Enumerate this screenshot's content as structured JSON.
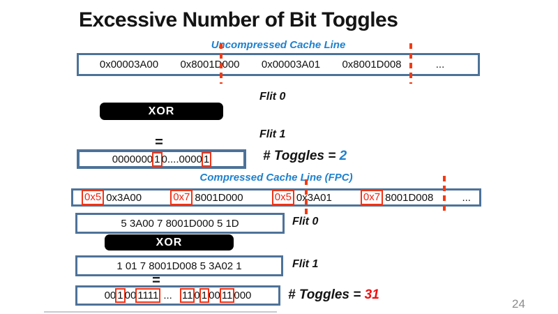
{
  "slide": {
    "title": "Excessive Number of Bit Toggles",
    "page_number": "24"
  },
  "colors": {
    "label_blue": "#1e81ce",
    "box_border_blue": "#4d7299",
    "highlight_red": "#ee3417",
    "toggles_low_value": "#1e81ce",
    "toggles_high_value": "#ee1111"
  },
  "uncompressed": {
    "label": "Uncompressed Cache Line",
    "cells": [
      "0x00003A00",
      "0x8001D000",
      "0x00003A01",
      "0x8001D008",
      "..."
    ],
    "flit0_label": "Flit 0",
    "xor_label": "XOR",
    "flit1_label": "Flit 1",
    "equals": "=",
    "result_segments": [
      {
        "text": "0000000",
        "boxed": false
      },
      {
        "text": "1",
        "boxed": true
      },
      {
        "text": "0....0000",
        "boxed": false
      },
      {
        "text": "1",
        "boxed": true
      }
    ],
    "toggles_label": "# Toggles = ",
    "toggles_value": "2"
  },
  "compressed": {
    "label": "Compressed Cache Line (FPC)",
    "line_segments": [
      {
        "text": "0x5",
        "boxed": true
      },
      {
        "text": "0x3A00",
        "boxed": false
      },
      {
        "text": "0x7",
        "boxed": true
      },
      {
        "text": "8001D000",
        "boxed": false
      },
      {
        "text": "0x5",
        "boxed": true
      },
      {
        "text": "0x3A01",
        "boxed": false
      },
      {
        "text": "0x7",
        "boxed": true
      },
      {
        "text": "8001D008",
        "boxed": false
      },
      {
        "text": "...",
        "boxed": false
      }
    ],
    "flit0_value": "5 3A00 7 8001D000 5 1D",
    "flit0_label": "Flit 0",
    "xor_label": "XOR",
    "flit1_value": "1 01 7 8001D008 5 3A02 1",
    "flit1_label": "Flit 1",
    "equals": "=",
    "result_segments": [
      {
        "text": "00",
        "boxed": false
      },
      {
        "text": "1",
        "boxed": true
      },
      {
        "text": "00",
        "boxed": false
      },
      {
        "text": "1111",
        "boxed": true
      },
      {
        "text": "...",
        "boxed": false
      },
      {
        "text": "11",
        "boxed": true
      },
      {
        "text": "0",
        "boxed": false
      },
      {
        "text": "1",
        "boxed": true
      },
      {
        "text": "00",
        "boxed": false
      },
      {
        "text": "11",
        "boxed": true
      },
      {
        "text": "000",
        "boxed": false
      }
    ],
    "toggles_label": "# Toggles = ",
    "toggles_value": "31"
  }
}
